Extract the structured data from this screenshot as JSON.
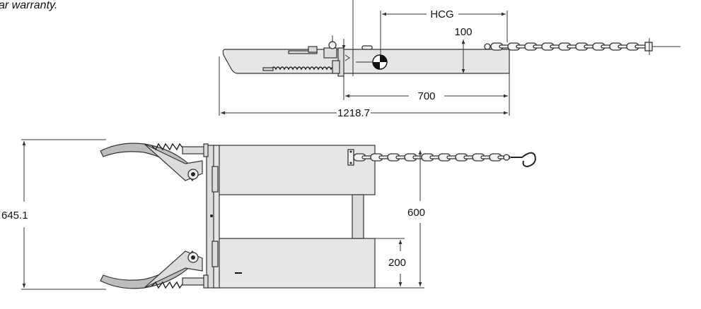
{
  "header": {
    "partial_text": "ar warranty."
  },
  "top_view": {
    "dim_hcg": "HCG",
    "dim_height": "100",
    "dim_length_rear": "700",
    "dim_total_length": "1218.7"
  },
  "plan_view": {
    "dim_overall_width": "645.1",
    "dim_fork_spacing": "600",
    "dim_fork_width": "200"
  },
  "colors": {
    "fill_light": "#e6e6e6",
    "fill_jaw": "#bdbdbd",
    "stroke": "#333333"
  }
}
